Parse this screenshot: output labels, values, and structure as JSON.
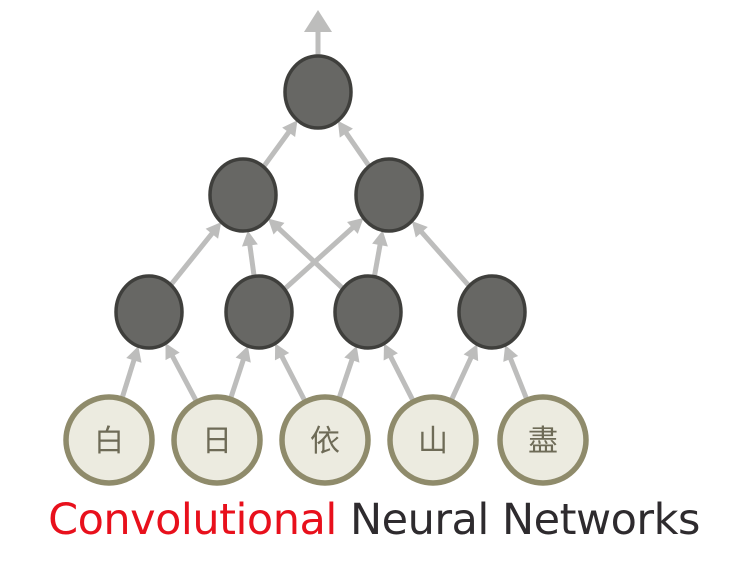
{
  "diagram": {
    "title_highlight": "Convolutional",
    "title_rest": "Neural Networks",
    "input_characters": [
      "白",
      "日",
      "依",
      "山",
      "盡"
    ],
    "colors": {
      "title_highlight": "#e8101c",
      "title_rest": "#2e2b2e",
      "edge": "#bdbdbc",
      "hidden_node_fill": "#676764",
      "input_node_fill": "#ecebe0",
      "input_node_border": "#8f8b6b"
    },
    "structure": {
      "layers": [
        "input",
        "hidden-1",
        "hidden-2",
        "output"
      ],
      "node_counts": [
        5,
        4,
        2,
        1
      ],
      "connections": [
        {
          "from": "input-1",
          "to": "hidden-1-1"
        },
        {
          "from": "input-2",
          "to": "hidden-1-1"
        },
        {
          "from": "input-2",
          "to": "hidden-1-2"
        },
        {
          "from": "input-3",
          "to": "hidden-1-2"
        },
        {
          "from": "input-3",
          "to": "hidden-1-3"
        },
        {
          "from": "input-4",
          "to": "hidden-1-3"
        },
        {
          "from": "input-4",
          "to": "hidden-1-4"
        },
        {
          "from": "input-5",
          "to": "hidden-1-4"
        },
        {
          "from": "hidden-1-1",
          "to": "hidden-2-1"
        },
        {
          "from": "hidden-1-2",
          "to": "hidden-2-1"
        },
        {
          "from": "hidden-1-3",
          "to": "hidden-2-1"
        },
        {
          "from": "hidden-1-2",
          "to": "hidden-2-2"
        },
        {
          "from": "hidden-1-3",
          "to": "hidden-2-2"
        },
        {
          "from": "hidden-1-4",
          "to": "hidden-2-2"
        },
        {
          "from": "hidden-2-1",
          "to": "output-1"
        },
        {
          "from": "hidden-2-2",
          "to": "output-1"
        }
      ],
      "output_arrow": "up"
    }
  }
}
